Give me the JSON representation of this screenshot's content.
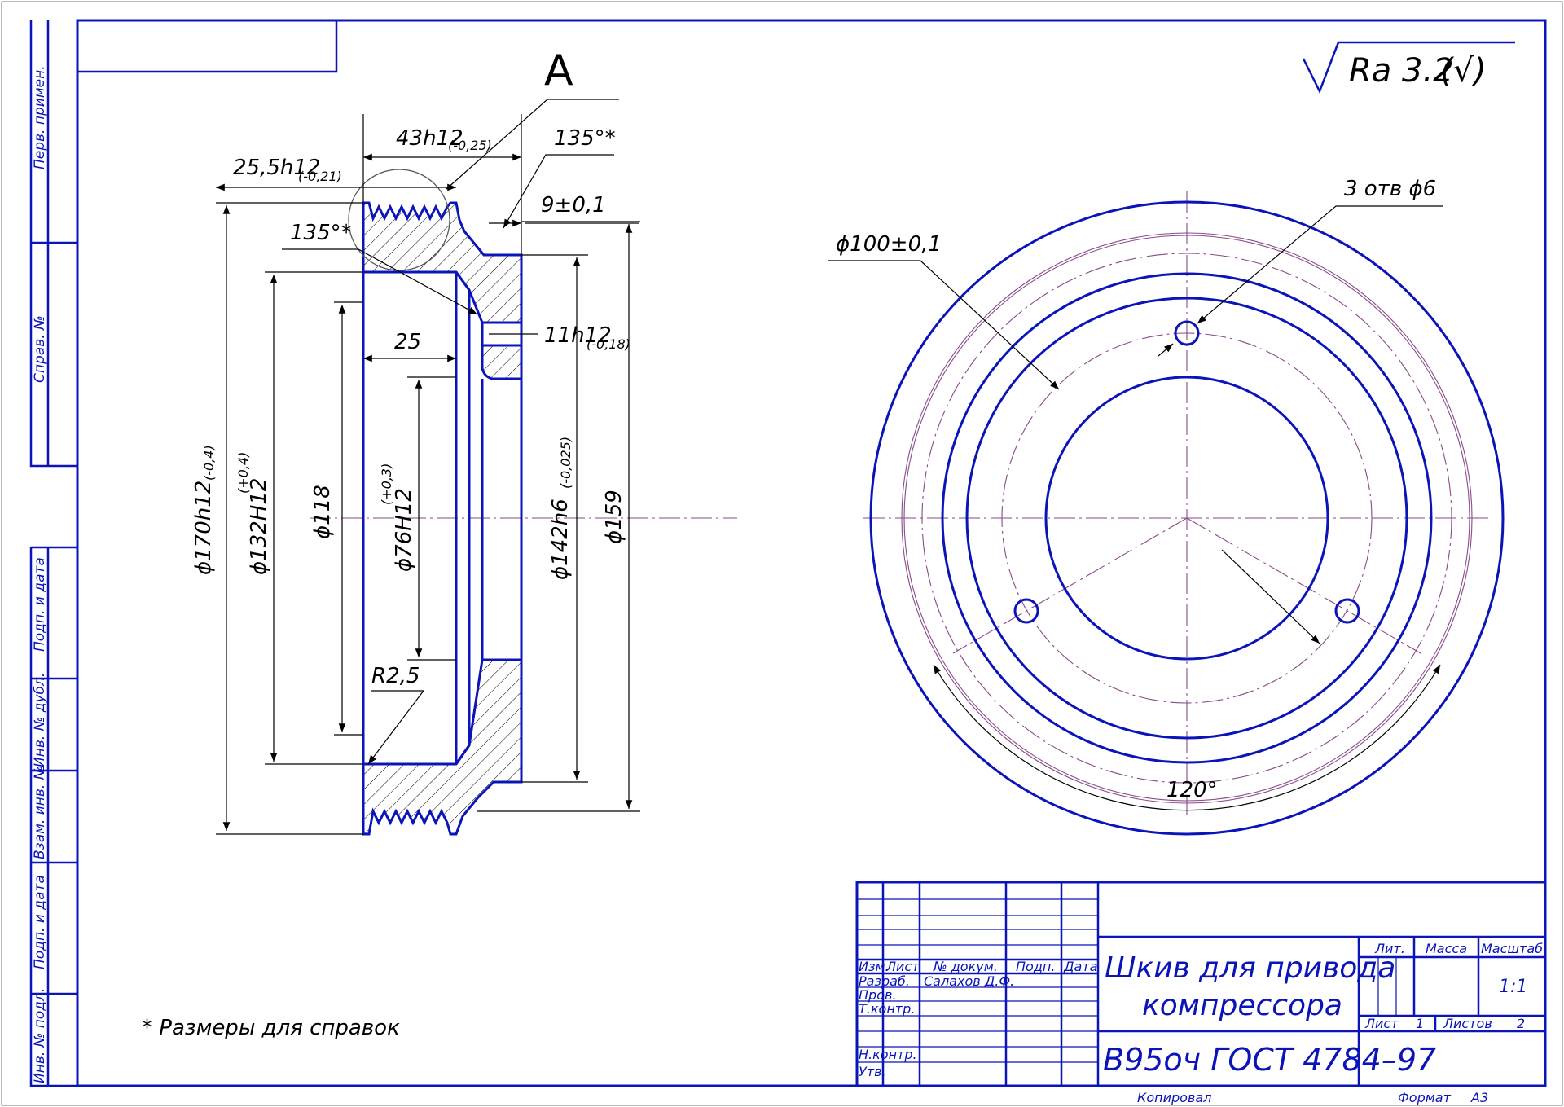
{
  "section_label": "A",
  "roughness": {
    "prefix": "Ra 3.2",
    "suffix": "(√)"
  },
  "dims": {
    "d43": "43h12",
    "d43_tol": "(-0,25)",
    "d25_5": "25,5h12",
    "d25_5_tol": "(-0,21)",
    "ang_top": "135°*",
    "ang_left": "135°*",
    "d9": "9±0,1",
    "d11": "11h12",
    "d11_tol": "(-0,18)",
    "d25": "25",
    "r2_5": "R2,5",
    "d170": "ϕ170h12",
    "d170_tol": "(-0,4)",
    "d132": "ϕ132H12",
    "d132_tol": "(+0,4)",
    "d118": "ϕ118",
    "d76": "ϕ76H12",
    "d76_tol": "(+0,3)",
    "d142": "ϕ142h6",
    "d142_tol": "(-0,025)",
    "d159": "ϕ159",
    "d100": "ϕ100±0,1",
    "holes": "3 отв ϕ6",
    "ang120": "120°"
  },
  "note": "* Размеры для справок",
  "side_labels": {
    "perv": "Перв. примен.",
    "sprav": "Справ. №",
    "podp1": "Подп. и дата",
    "inv_dubl": "Инв. № дубл.",
    "vzam": "Взам. инв. №",
    "podp2": "Подп. и дата",
    "inv_podl": "Инв. № подл."
  },
  "title_block": {
    "izm": "Изм.",
    "list": "Лист",
    "dokum": "№ докум.",
    "podp": "Подп.",
    "data": "Дата",
    "razrab": "Разраб.",
    "razrab_name": "Салахов Д.Ф.",
    "prov": "Пров.",
    "tkontr": "Т.контр.",
    "nkontr": "Н.контр.",
    "utv": "Утв.",
    "title_line1": "Шкив для привода",
    "title_line2": "компрессора",
    "material": "В95оч ГОСТ 4784–97",
    "lit": "Лит.",
    "massa": "Масса",
    "masshtab": "Масштаб",
    "scale": "1:1",
    "sheet_label": "Лист",
    "sheet_no": "1",
    "sheets_label": "Листов",
    "sheets_total": "2",
    "copied": "Копировал",
    "format_label": "Формат",
    "format": "А3"
  }
}
